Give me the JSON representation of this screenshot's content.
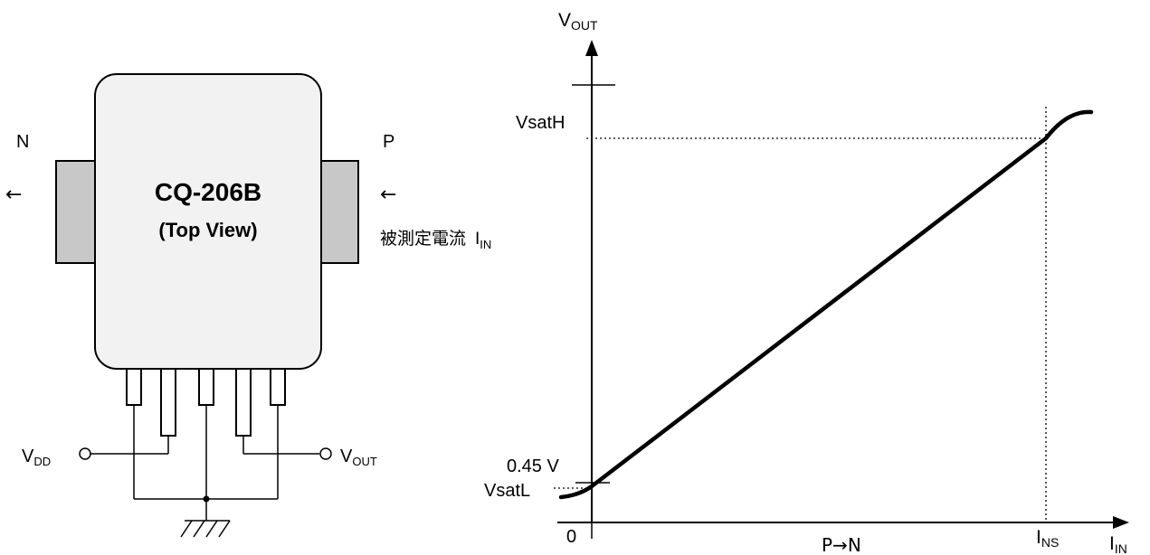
{
  "device": {
    "model": "CQ-206B",
    "view": "(Top View)",
    "terminal_left": "N",
    "terminal_right": "P",
    "arrow_left": "←",
    "arrow_right": "←",
    "current_label": "被測定電流",
    "current_symbol": "I",
    "current_subscript": "IN",
    "pin_vdd": "V",
    "pin_vdd_sub": "DD",
    "pin_vout": "V",
    "pin_vout_sub": "OUT",
    "colors": {
      "body": "#f2f2f2",
      "conductor": "#c8c8c8",
      "stroke": "#000000"
    }
  },
  "transfer": {
    "y_axis": "V",
    "y_axis_sub": "OUT",
    "x_axis": "I",
    "x_axis_sub": "IN",
    "origin": "0",
    "vsat_high": "VsatH",
    "vsat_low": "VsatL",
    "offset": "0.45 V",
    "ins": "I",
    "ins_sub": "NS",
    "direction": "P→N"
  }
}
